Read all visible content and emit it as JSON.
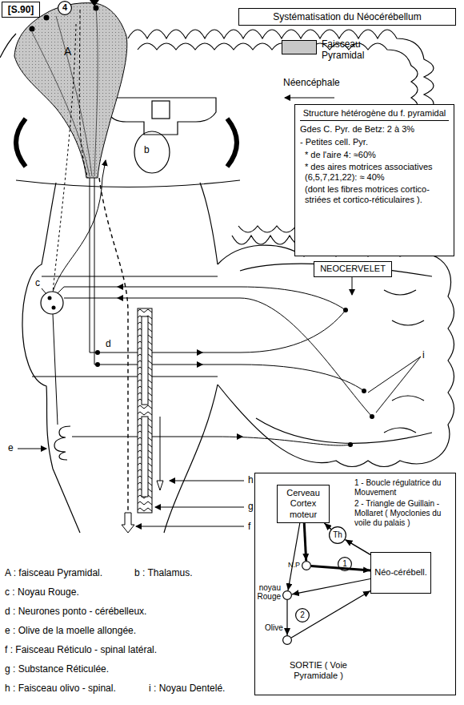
{
  "diagram": {
    "title": "Systématisation du Néocérébellum",
    "nodes": [
      {
        "text": [
          "[S.90]"
        ]
      },
      {
        "text": [
          "4"
        ]
      },
      {
        "text": [
          "Structure hétérogène du f. pyramidal",
          "Gdes C. Pyr. de Betz: 2 à 3%",
          "- Petites cell. Pyr.",
          "* de l'aire 4: ≈60%",
          "* des aires motrices associatives (6,5,7,21,22): ≈ 40%",
          "(dont les fibres motrices cortico-striées et cortico-réticulaires )."
        ]
      },
      {
        "text": [
          "NEOCERVELET"
        ]
      },
      {
        "text": [
          "1 - Boucle régulatrice du Mouvement",
          "2 - Triangle de Guillain - Mollaret ( Myoclonies du voile du palais )"
        ]
      },
      {
        "text": [
          "Cerveau Cortex moteur"
        ],
        "in": 4
      },
      {
        "text": [
          "Th"
        ],
        "in": 4
      },
      {
        "text": [
          "1"
        ],
        "in": 4
      },
      {
        "text": [
          "N.P"
        ],
        "in": 4
      },
      {
        "text": [
          "Néo-cérébell."
        ],
        "in": 4
      },
      {
        "text": [
          "noyau Rouge"
        ],
        "in": 4
      },
      {
        "text": [
          "2"
        ],
        "in": 4
      },
      {
        "text": [
          "Olive"
        ],
        "in": 4
      }
    ],
    "edges": [
      {
        "from": 5,
        "to": 8,
        "arrow": "to"
      },
      {
        "from": 5,
        "to": 10,
        "arrow": "to"
      },
      {
        "from": 8,
        "to": 9,
        "arrow": "to"
      },
      {
        "from": 9,
        "to": 6,
        "arrow": "to"
      },
      {
        "from": 6,
        "to": 5,
        "arrow": "to"
      },
      {
        "from": 9,
        "to": 10,
        "arrow": "to"
      },
      {
        "from": 10,
        "to": 12,
        "arrow": "to"
      },
      {
        "from": 12,
        "to": 9,
        "arrow": "to"
      }
    ],
    "labels": [
      "A",
      "b",
      "Néencéphale",
      "c",
      "d",
      "e",
      "i",
      "h",
      "g",
      "f",
      "A : faisceau Pyramidal.",
      "b : Thalamus.",
      "c : Noyau Rouge.",
      "d : Neurones ponto - cérébelleux.",
      "e : Olive de la moelle allongée.",
      "f : Faisceau Réticulo - spinal latéral.",
      "g : Substance Réticulée.",
      "h : Faisceau olivo - spinal.",
      "i : Noyau Dentelé.",
      "SORTIE ( Voie Pyramidale )"
    ],
    "legend": [
      {
        "text": "Faisceau Pyramidal",
        "color": "#c8c8c8"
      }
    ]
  }
}
